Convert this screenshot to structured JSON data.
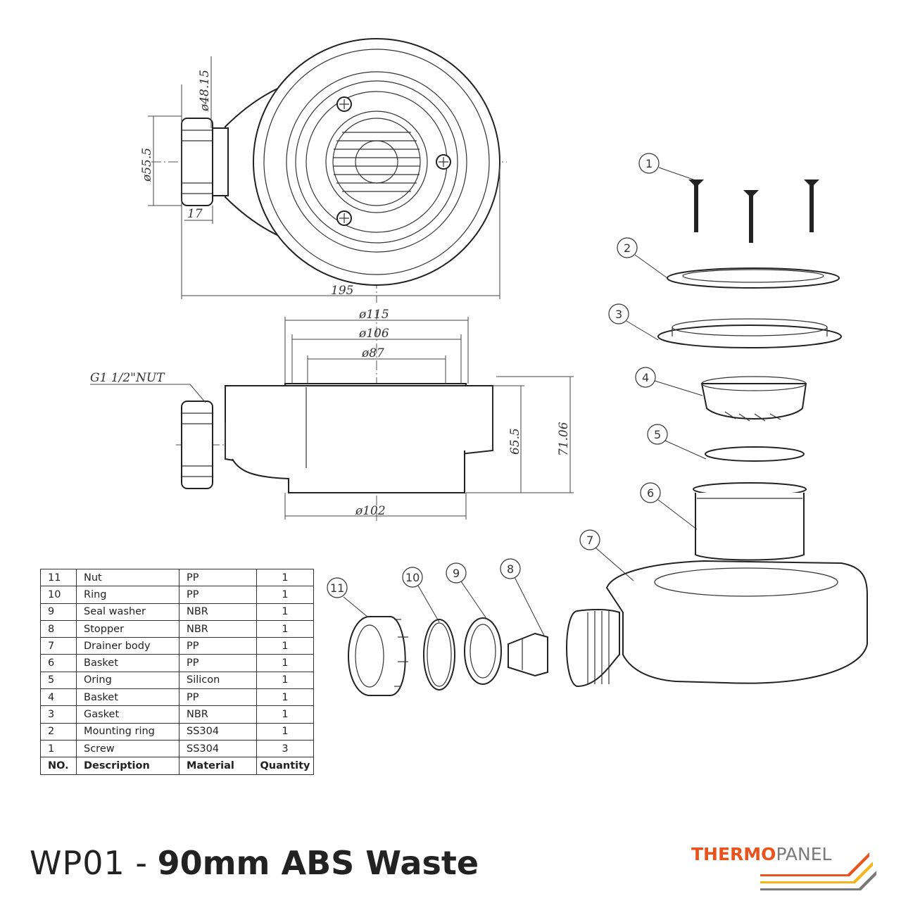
{
  "dimensions": {
    "d48": "ø48.15",
    "d55": "ø55.5",
    "d17": "17",
    "d195": "195",
    "d115": "ø115",
    "d106": "ø106",
    "d87": "ø87",
    "d102": "ø102",
    "h655": "65.5",
    "h7106": "71.06",
    "nut": "G1 1/2\"NUT"
  },
  "callouts": [
    "1",
    "2",
    "3",
    "4",
    "5",
    "6",
    "7",
    "8",
    "9",
    "10",
    "11"
  ],
  "bom": {
    "rows": [
      {
        "no": "11",
        "description": "Nut",
        "material": "PP",
        "quantity": "1"
      },
      {
        "no": "10",
        "description": "Ring",
        "material": "PP",
        "quantity": "1"
      },
      {
        "no": "9",
        "description": "Seal washer",
        "material": "NBR",
        "quantity": "1"
      },
      {
        "no": "8",
        "description": "Stopper",
        "material": "NBR",
        "quantity": "1"
      },
      {
        "no": "7",
        "description": "Drainer body",
        "material": "PP",
        "quantity": "1"
      },
      {
        "no": "6",
        "description": "Basket",
        "material": "PP",
        "quantity": "1"
      },
      {
        "no": "5",
        "description": "Oring",
        "material": "Silicon",
        "quantity": "1"
      },
      {
        "no": "4",
        "description": "Basket",
        "material": "PP",
        "quantity": "1"
      },
      {
        "no": "3",
        "description": "Gasket",
        "material": "NBR",
        "quantity": "1"
      },
      {
        "no": "2",
        "description": "Mounting ring",
        "material": "SS304",
        "quantity": "1"
      },
      {
        "no": "1",
        "description": "Screw",
        "material": "SS304",
        "quantity": "3"
      }
    ],
    "header": {
      "no": "NO.",
      "description": "Description",
      "material": "Material",
      "quantity": "Quantity"
    }
  },
  "title": {
    "code": "WP01",
    "separator": " - ",
    "name": "90mm ABS Waste"
  },
  "brand": {
    "part1": "THERMO",
    "part2": "PANEL",
    "accent": "#e8541c",
    "gray": "#7a7a7a",
    "yellow": "#f2b51c"
  }
}
